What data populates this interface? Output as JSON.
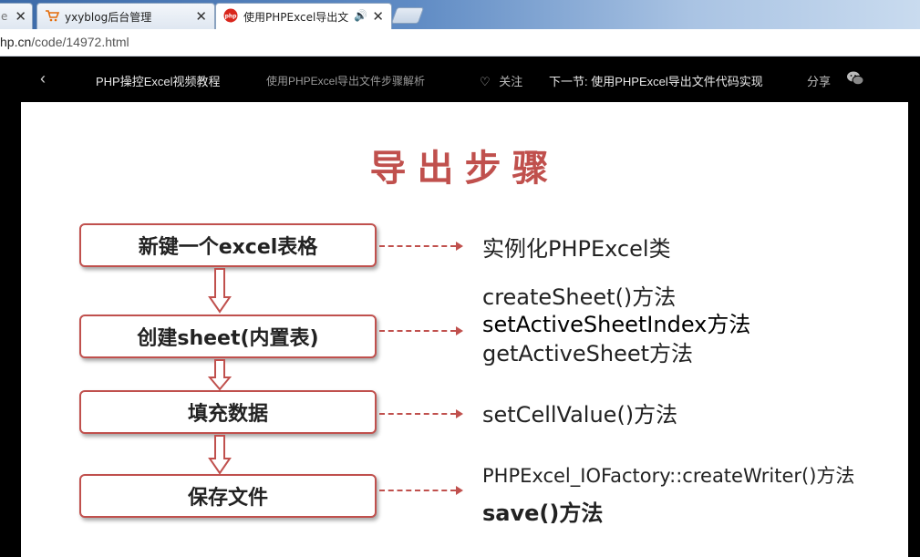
{
  "browser": {
    "tabs": [
      {
        "title": "e",
        "active": false
      },
      {
        "title": "yxyblog后台管理",
        "active": false
      },
      {
        "title": "使用PHPExcel导出文",
        "active": true
      }
    ],
    "url_domain": "hp.cn",
    "url_path": "/code/14972.html"
  },
  "videonav": {
    "back_icon": "chevron-left-icon",
    "course_title": "PHP操控Excel视频教程",
    "lesson_title": "使用PHPExcel导出文件步骤解析",
    "follow_label": "关注",
    "next_label": "下一节: 使用PHPExcel导出文件代码实现",
    "share_label": "分享"
  },
  "slide": {
    "title": "导出步骤",
    "steps": [
      {
        "label": "新键一个excel表格"
      },
      {
        "label": "创建sheet(内置表)"
      },
      {
        "label": "填充数据"
      },
      {
        "label": "保存文件"
      }
    ],
    "descriptions": {
      "step1": "实例化PHPExcel类",
      "step2_line1": "createSheet()方法",
      "step2_line2": "setActiveSheetIndex方法",
      "step2_line3": "getActiveSheet方法",
      "step3": "setCellValue()方法",
      "step4_line1": "PHPExcel_IOFactory::createWriter()方法",
      "step4_line2": "save()方法"
    },
    "colors": {
      "accent": "#c0504d"
    }
  }
}
